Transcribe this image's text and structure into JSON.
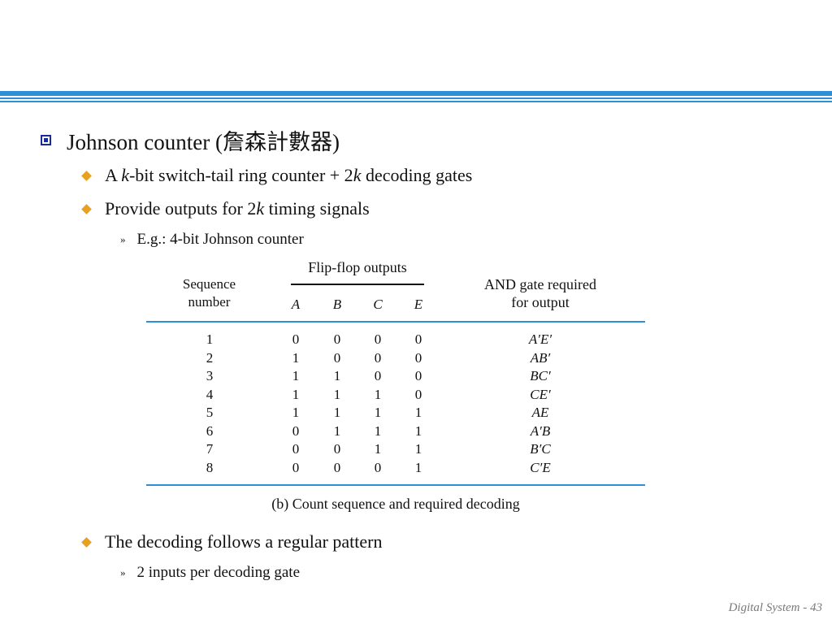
{
  "slide": {
    "bullet1": {
      "text": "Johnson counter (詹森計數器)"
    },
    "bullet2a": {
      "p1": "A ",
      "k1": "k",
      "p2": "-bit switch-tail ring counter + 2",
      "k2": "k",
      "p3": " decoding gates"
    },
    "bullet2b": {
      "p1": "Provide outputs for 2",
      "k1": "k",
      "p2": " timing signals"
    },
    "bullet3a": {
      "text": "E.g.:  4-bit Johnson counter"
    },
    "bullet2c": {
      "text": "The decoding follows a regular pattern"
    },
    "bullet3b": {
      "text": "2 inputs per decoding gate"
    },
    "footer": "Digital System - 43",
    "sub_marker": "»",
    "accent_color": "#2e8fd8",
    "bullet_square_color": "#1a2a9a",
    "bullet_diamond_color": "#e8a020"
  },
  "table": {
    "header_seq": [
      "Sequence",
      "number"
    ],
    "header_ff": "Flip-flop outputs",
    "header_cols": [
      "A",
      "B",
      "C",
      "E"
    ],
    "header_and": [
      "AND gate required",
      "for output"
    ],
    "rows": [
      {
        "seq": "1",
        "A": "0",
        "B": "0",
        "C": "0",
        "E": "0",
        "gate": "A′E′"
      },
      {
        "seq": "2",
        "A": "1",
        "B": "0",
        "C": "0",
        "E": "0",
        "gate": "AB′"
      },
      {
        "seq": "3",
        "A": "1",
        "B": "1",
        "C": "0",
        "E": "0",
        "gate": "BC′"
      },
      {
        "seq": "4",
        "A": "1",
        "B": "1",
        "C": "1",
        "E": "0",
        "gate": "CE′"
      },
      {
        "seq": "5",
        "A": "1",
        "B": "1",
        "C": "1",
        "E": "1",
        "gate": "AE"
      },
      {
        "seq": "6",
        "A": "0",
        "B": "1",
        "C": "1",
        "E": "1",
        "gate": "A′B"
      },
      {
        "seq": "7",
        "A": "0",
        "B": "0",
        "C": "1",
        "E": "1",
        "gate": "B′C"
      },
      {
        "seq": "8",
        "A": "0",
        "B": "0",
        "C": "0",
        "E": "1",
        "gate": "C′E"
      }
    ],
    "caption": "(b) Count sequence and required decoding"
  }
}
